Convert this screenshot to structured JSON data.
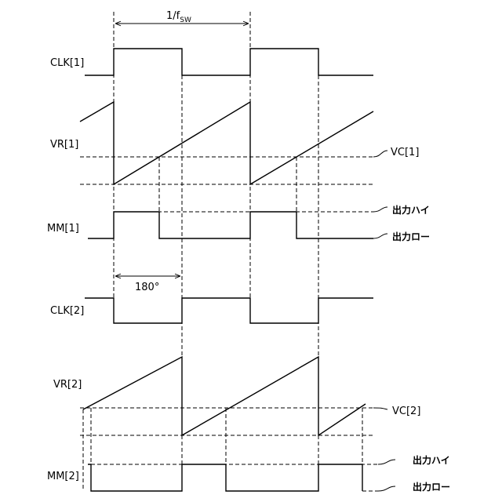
{
  "period": {
    "prefix": "1/f",
    "subscript": "SW"
  },
  "phase_label": "180°",
  "signals": {
    "clk1": "CLK[1]",
    "vr1": "VR[1]",
    "mm1": "MM[1]",
    "clk2": "CLK[2]",
    "vr2": "VR[2]",
    "mm2": "MM[2]"
  },
  "callouts": {
    "vc1": "VC[1]",
    "vc2": "VC[2]",
    "out_high_1": "出力ハイ",
    "out_low_1": "出力ロー",
    "out_high_2": "出力ハイ",
    "out_low_2": "出力ロー"
  }
}
